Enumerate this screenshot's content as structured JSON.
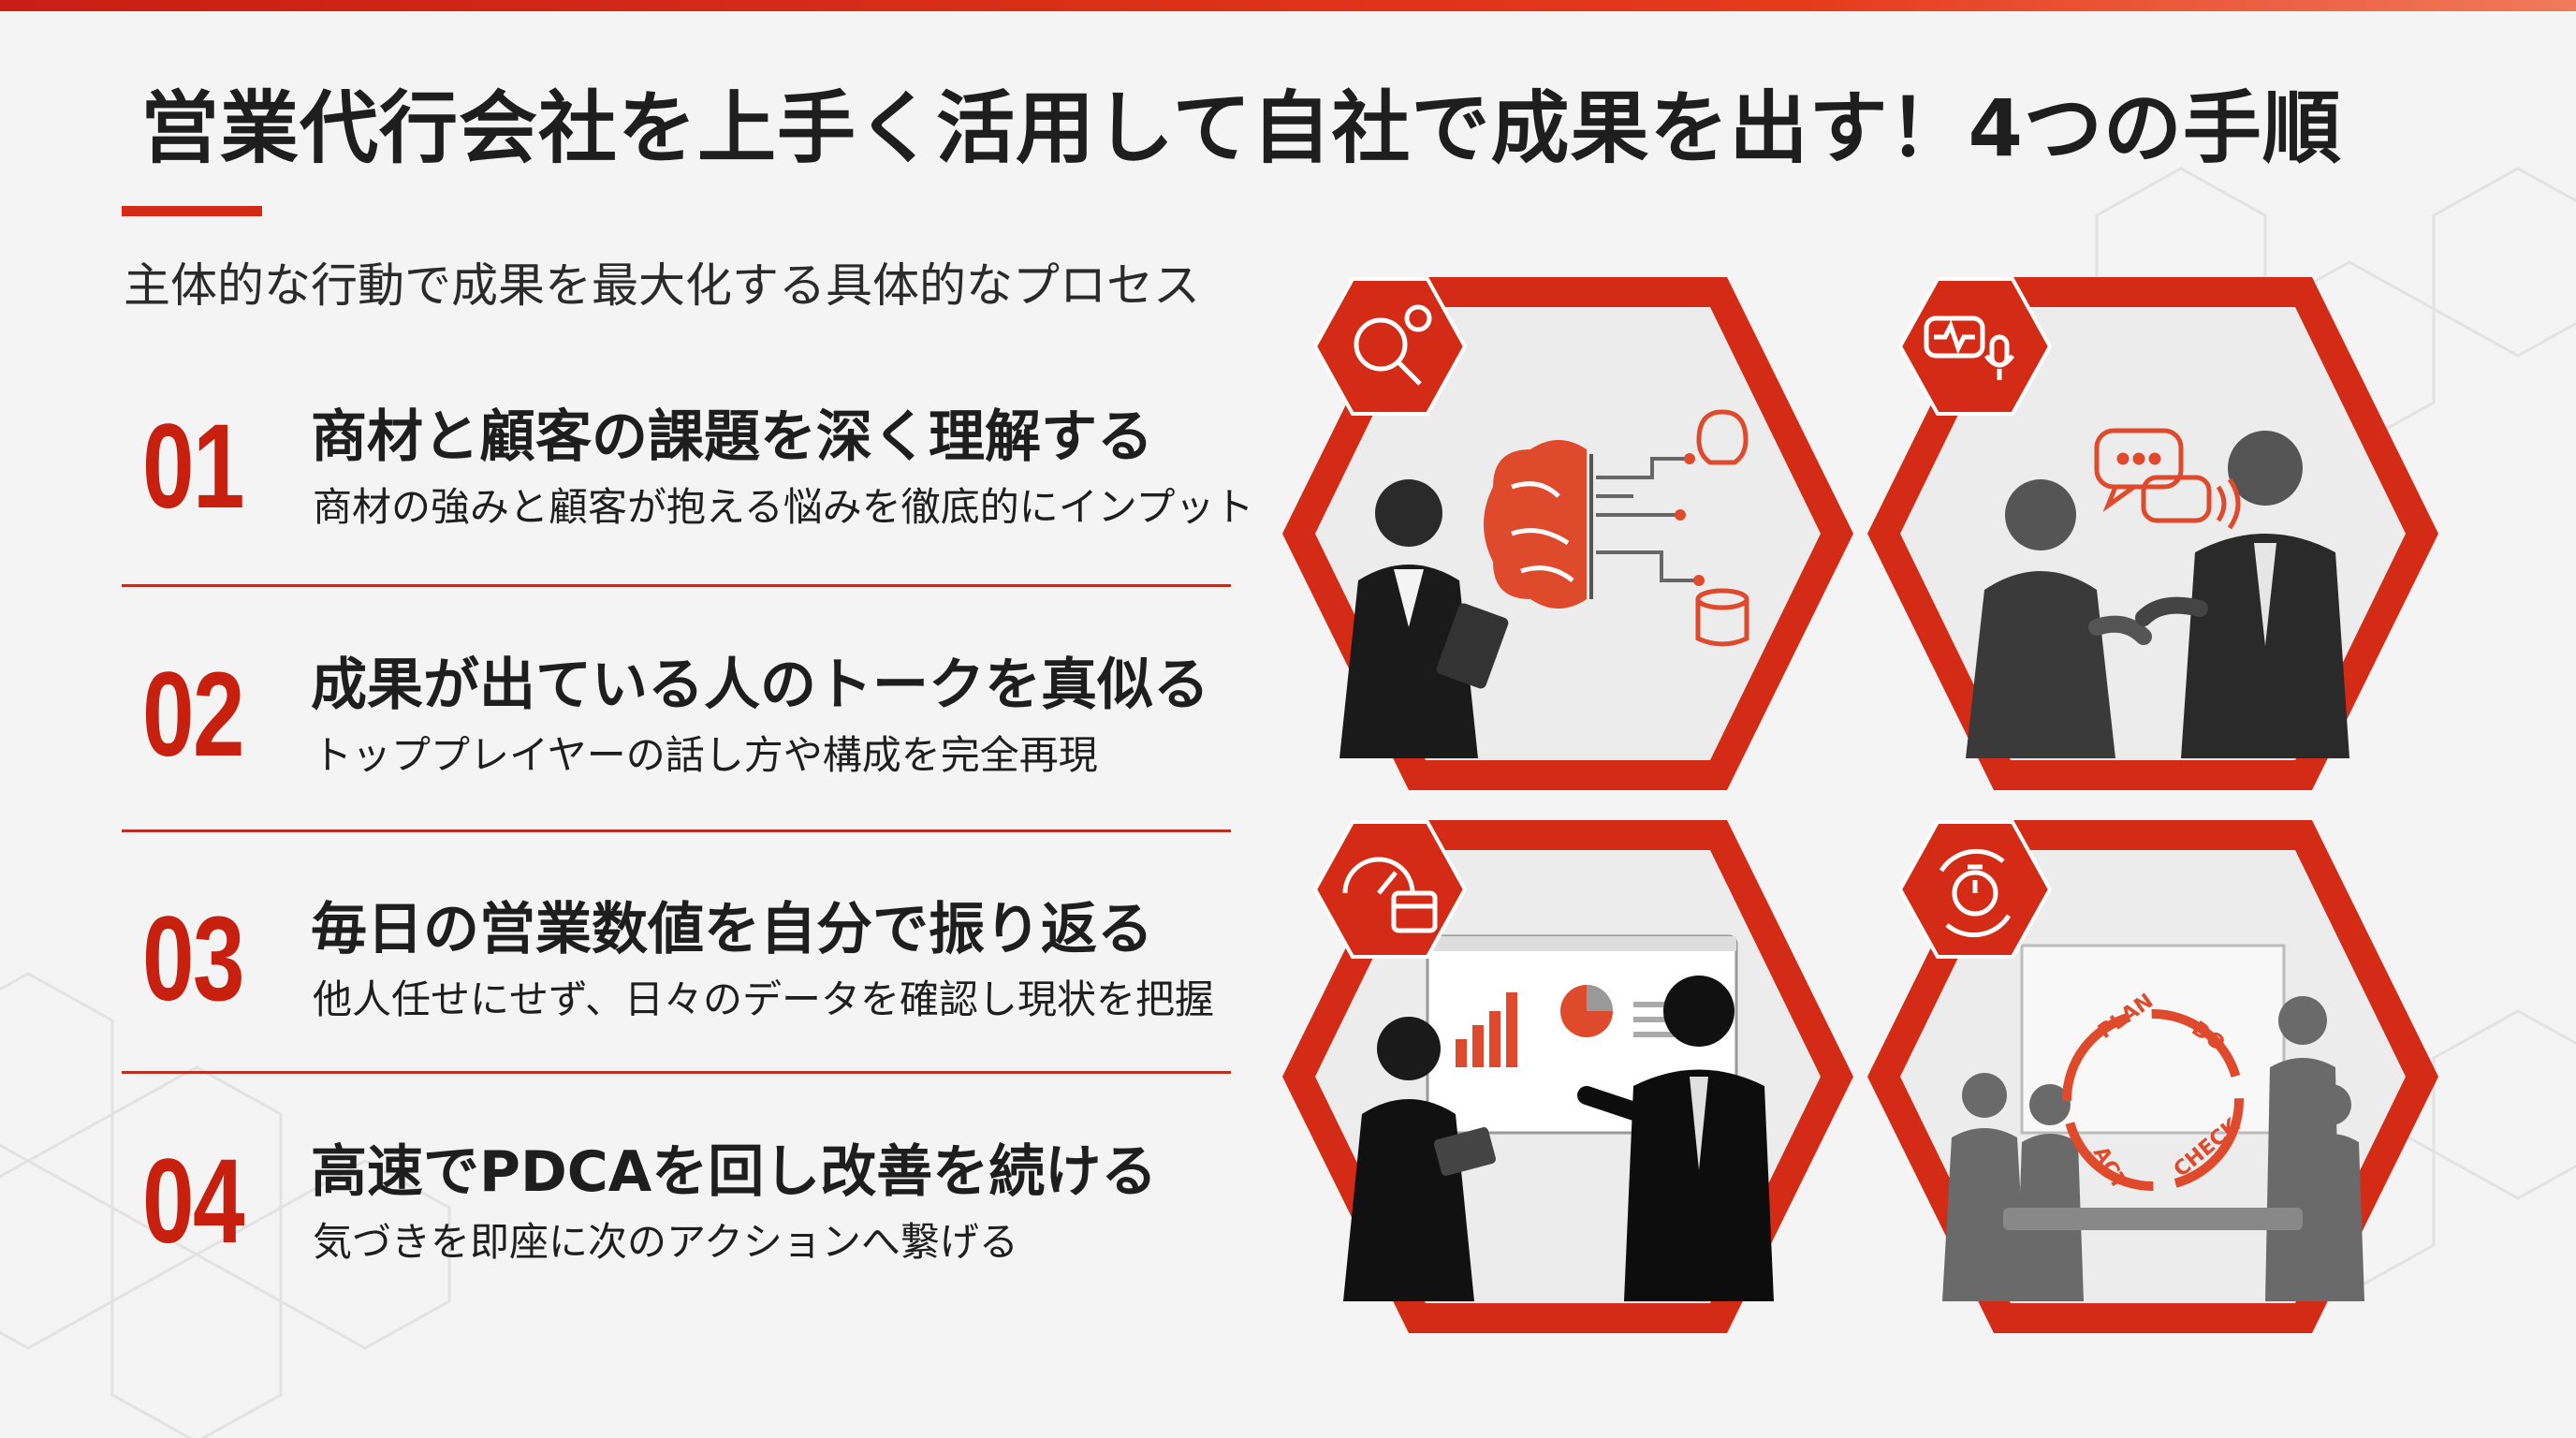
{
  "title": "営業代行会社を上手く活用して自社で成果を出す！4つの手順",
  "subtitle": "主体的な行動で成果を最大化する具体的なプロセス",
  "steps": [
    {
      "number": "01",
      "heading": "商材と顧客の課題を深く理解する",
      "description": "商材の強みと顧客が抱える悩みを徹底的にインプット"
    },
    {
      "number": "02",
      "heading": "成果が出ている人のトークを真似る",
      "description": "トッププレイヤーの話し方や構成を完全再現"
    },
    {
      "number": "03",
      "heading": "毎日の営業数値を自分で振り返る",
      "description": "他人任せにせず、日々のデータを確認し現状を把握"
    },
    {
      "number": "04",
      "heading": "高速でPDCAを回し改善を続ける",
      "description": "気づきを即座に次のアクションへ繋げる"
    }
  ],
  "panels": [
    {
      "icon": "brain-gear-magnifier-icon"
    },
    {
      "icon": "speech-waveform-microphone-icon"
    },
    {
      "icon": "gauge-calendar-icon"
    },
    {
      "icon": "stopwatch-cycle-icon"
    }
  ],
  "cycle_labels": {
    "plan": "PLAN",
    "do": "DO",
    "check": "CHECK",
    "act": "ACT"
  },
  "colors": {
    "accent": "#d42b17",
    "accent_light": "#f05a28",
    "text": "#1e1e1e",
    "background": "#f4f4f4"
  }
}
